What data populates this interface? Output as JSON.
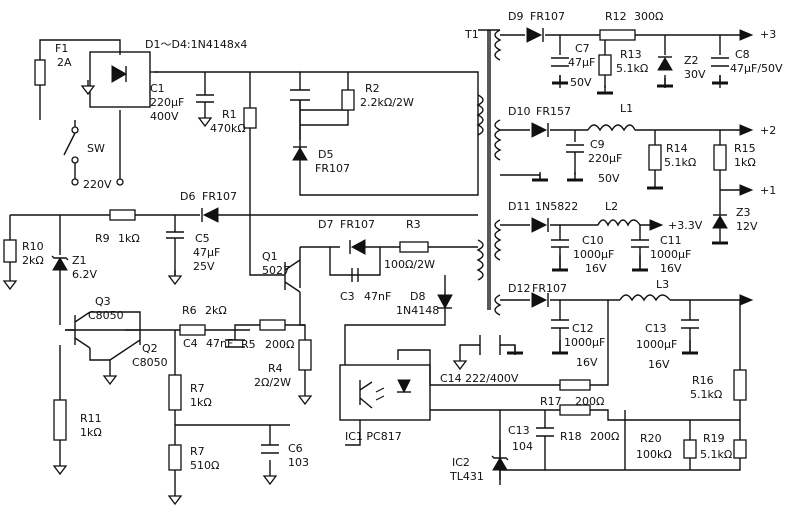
{
  "labels": {
    "f1_name": "F1",
    "f1_value": "2A",
    "bridge": "D1～D4:1N4148x4",
    "sw": "SW",
    "ac": "220V",
    "c1_name": "C1",
    "c1_cap": "220μF",
    "c1_volt": "400V",
    "r1_name": "R1",
    "r1_value": "470kΩ",
    "r2_name": "R2",
    "r2_value": "2.2kΩ/2W",
    "d5_name": "D5",
    "d5_value": "FR107",
    "t1": "T1",
    "d6": "D6",
    "d6_value": "FR107",
    "r9": "R9",
    "r9_value": "1kΩ",
    "c5_name": "C5",
    "c5_cap": "47μF",
    "c5_volt": "25V",
    "r10": "R10",
    "r10_value": "2kΩ",
    "z1": "Z1",
    "z1_value": "6.2V",
    "q1": "Q1",
    "q1_value": "5027",
    "d7": "D7",
    "d7_value": "FR107",
    "r3": "R3",
    "r3_value": "100Ω/2W",
    "c3": "C3",
    "c3_value": "47nF",
    "d8": "D8",
    "d8_value": "1N4148",
    "q3": "Q3",
    "q3_value": "C8050",
    "q2": "Q2",
    "q2_value": "C8050",
    "r6": "R6",
    "r6_value": "2kΩ",
    "c4": "C4",
    "c4_value": "47nF",
    "r5": "R5",
    "r5_value": "200Ω",
    "r4": "R4",
    "r4_value": "2Ω/2W",
    "r7a": "R7",
    "r7a_value": "1kΩ",
    "r7b": "R7",
    "r7b_value": "510Ω",
    "c6": "C6",
    "c6_value": "103",
    "r11": "R11",
    "r11_value": "1kΩ",
    "ic1": "IC1  PC817",
    "c14": "C14  222/400V",
    "d9": "D9",
    "d9_value": "FR107",
    "r12": "R12",
    "r12_value": "300Ω",
    "c7": "C7",
    "c7_cap": "47μF",
    "c7_volt": "50V",
    "r13": "R13",
    "r13_value": "5.1kΩ",
    "z2": "Z2",
    "z2_value": "30V",
    "c8": "C8",
    "c8_value": "47μF/50V",
    "out3": "+3",
    "d10": "D10",
    "d10_value": "FR157",
    "l1": "L1",
    "c9": "C9",
    "c9_cap": "220μF",
    "c9_volt": "50V",
    "r14": "R14",
    "r14_value": "5.1kΩ",
    "r15": "R15",
    "r15_value": "1kΩ",
    "out2": "+2",
    "out1": "+1",
    "z3": "Z3",
    "z3_value": "12V",
    "d11": "D11",
    "d11_value": "1N5822",
    "l2": "L2",
    "out33": "+3.3V",
    "c10": "C10",
    "c10_cap": "1000μF",
    "c10_volt": "16V",
    "c11": "C11",
    "c11_cap": "1000μF",
    "c11_volt": "16V",
    "d12": "D12",
    "d12_value": "FR107",
    "l3": "L3",
    "c12": "C12",
    "c12_cap": "1000μF",
    "c12_volt": "16V",
    "c13": "C13",
    "c13_cap": "1000μF",
    "c13_volt": "16V",
    "r16": "R16",
    "r16_value": "5.1kΩ",
    "r17": "R17",
    "r17_value": "200Ω",
    "c13b": "C13",
    "c13b_value": "104",
    "r18": "R18",
    "r18_value": "200Ω",
    "r20": "R20",
    "r20_value": "100kΩ",
    "r19": "R19",
    "r19_value": "5.1kΩ",
    "ic2": "IC2",
    "ic2_value": "TL431"
  }
}
